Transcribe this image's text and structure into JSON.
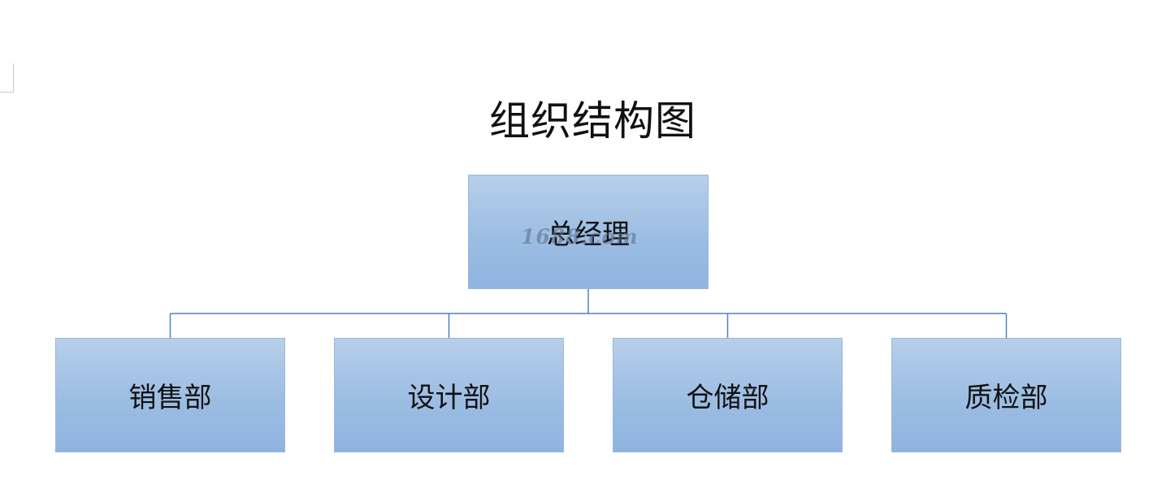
{
  "diagram": {
    "title": "组织结构图",
    "root": {
      "label": "总经理"
    },
    "children": [
      {
        "label": "销售部"
      },
      {
        "label": "设计部"
      },
      {
        "label": "仓储部"
      },
      {
        "label": "质检部"
      }
    ],
    "watermark": "1688.com",
    "colors": {
      "node_fill_top": "#b7cfe9",
      "node_fill_bottom": "#8fb4e0",
      "connector": "#4f81bd",
      "text": "#111111"
    }
  }
}
